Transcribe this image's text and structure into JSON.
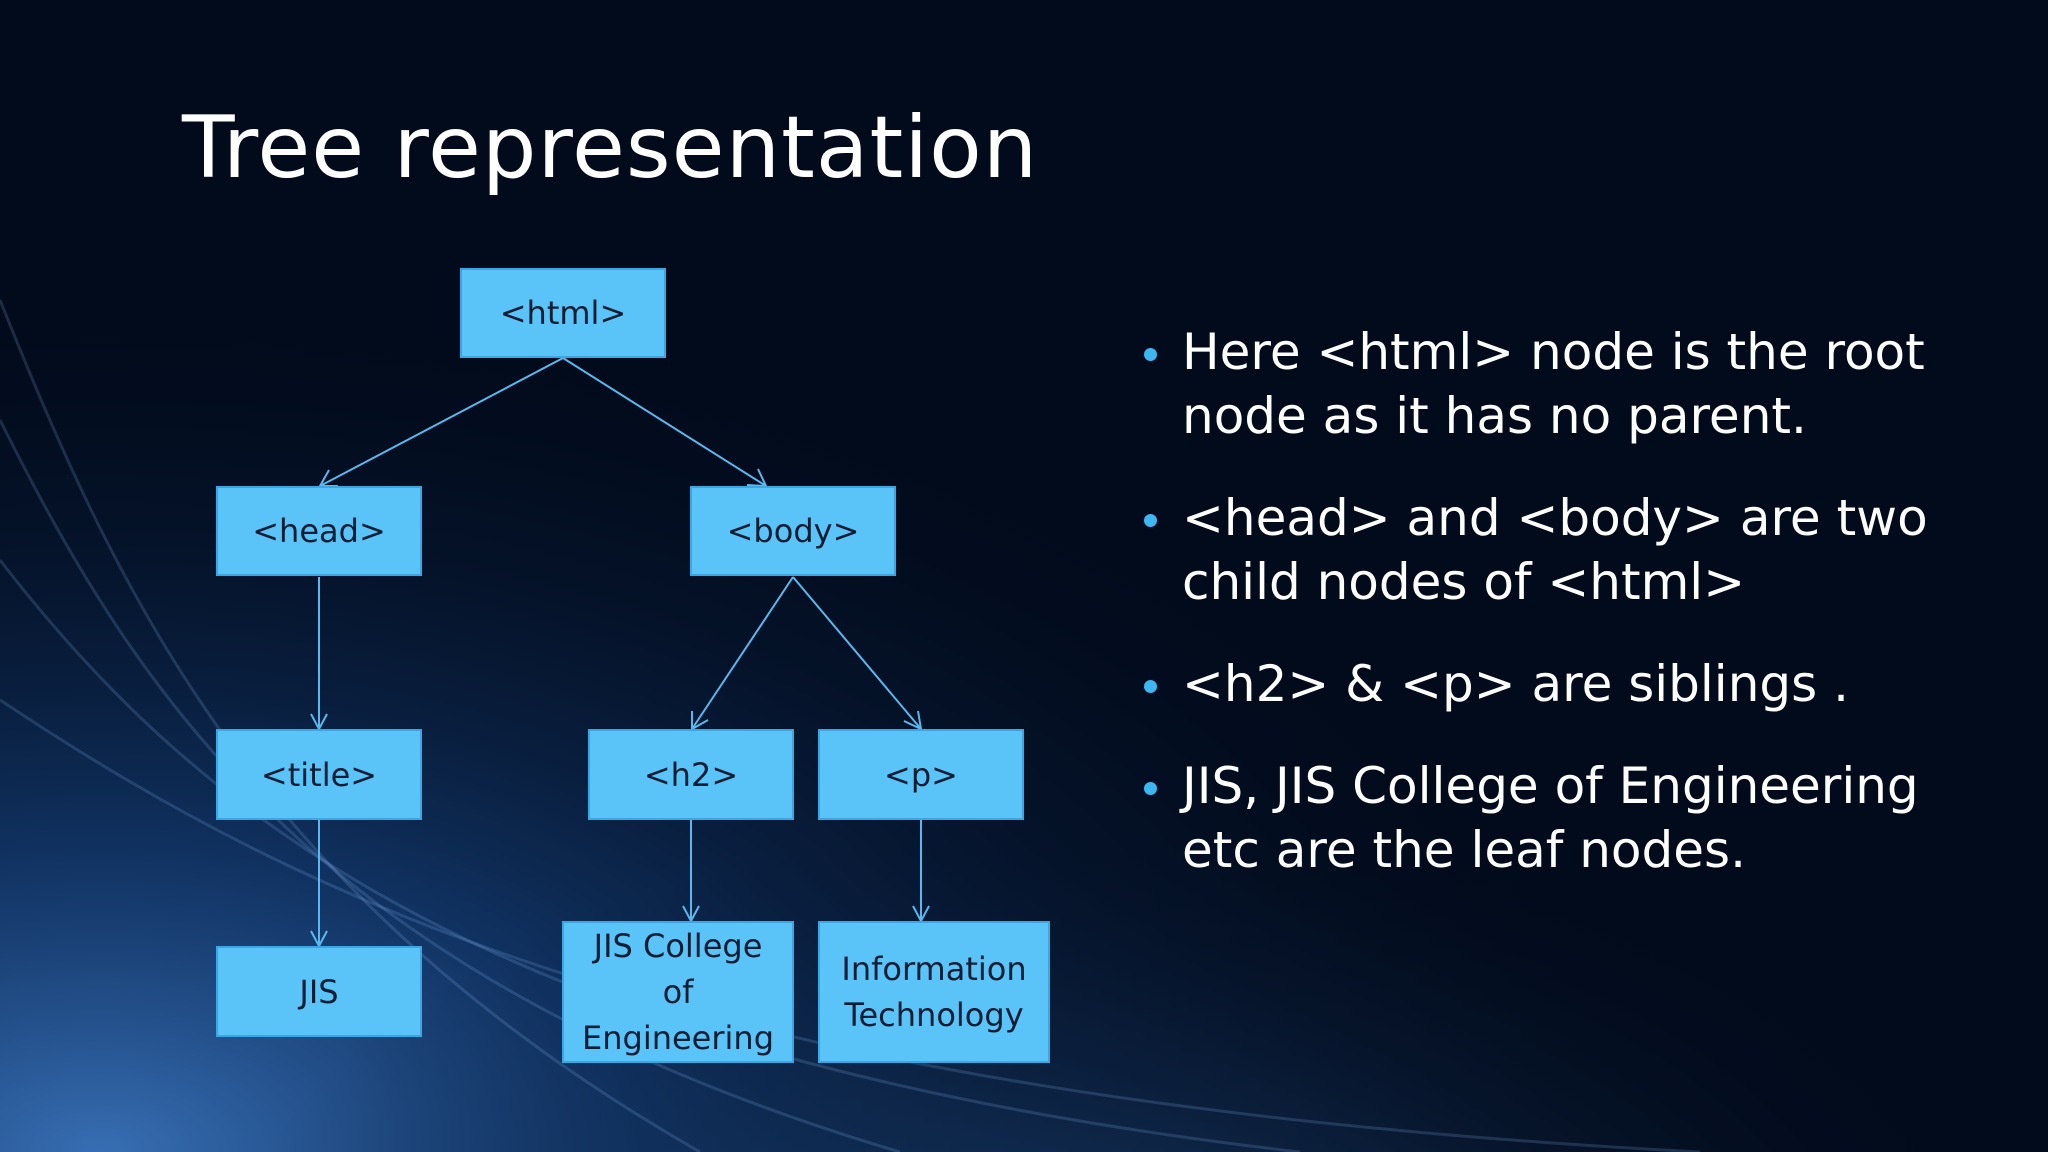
{
  "slide": {
    "title": "Tree representation"
  },
  "diagram": {
    "nodes": [
      {
        "id": "html",
        "label": "<html>"
      },
      {
        "id": "head",
        "label": "<head>"
      },
      {
        "id": "body",
        "label": "<body>"
      },
      {
        "id": "title",
        "label": "<title>"
      },
      {
        "id": "h2",
        "label": "<h2>"
      },
      {
        "id": "p",
        "label": "<p>"
      },
      {
        "id": "jis",
        "label": "JIS"
      },
      {
        "id": "college",
        "label_lines": [
          "JIS College",
          "of",
          "Engineering"
        ]
      },
      {
        "id": "infotech",
        "label_lines": [
          "Information",
          "Technology"
        ]
      }
    ],
    "edges": [
      {
        "from": "html",
        "to": "head"
      },
      {
        "from": "html",
        "to": "body"
      },
      {
        "from": "head",
        "to": "title"
      },
      {
        "from": "body",
        "to": "h2"
      },
      {
        "from": "body",
        "to": "p"
      },
      {
        "from": "title",
        "to": "jis"
      },
      {
        "from": "h2",
        "to": "college"
      },
      {
        "from": "p",
        "to": "infotech"
      }
    ],
    "colors": {
      "node_fill": "#5ac3f7",
      "node_border": "#3aa6e2",
      "edge": "#5ab8ee"
    }
  },
  "bullets": [
    "Here <html> node is the root node as it has no parent.",
    "<head> and <body> are two child nodes of <html>",
    "<h2> & <p> are siblings .",
    "JIS, JIS College of Engineering etc are the leaf nodes."
  ]
}
